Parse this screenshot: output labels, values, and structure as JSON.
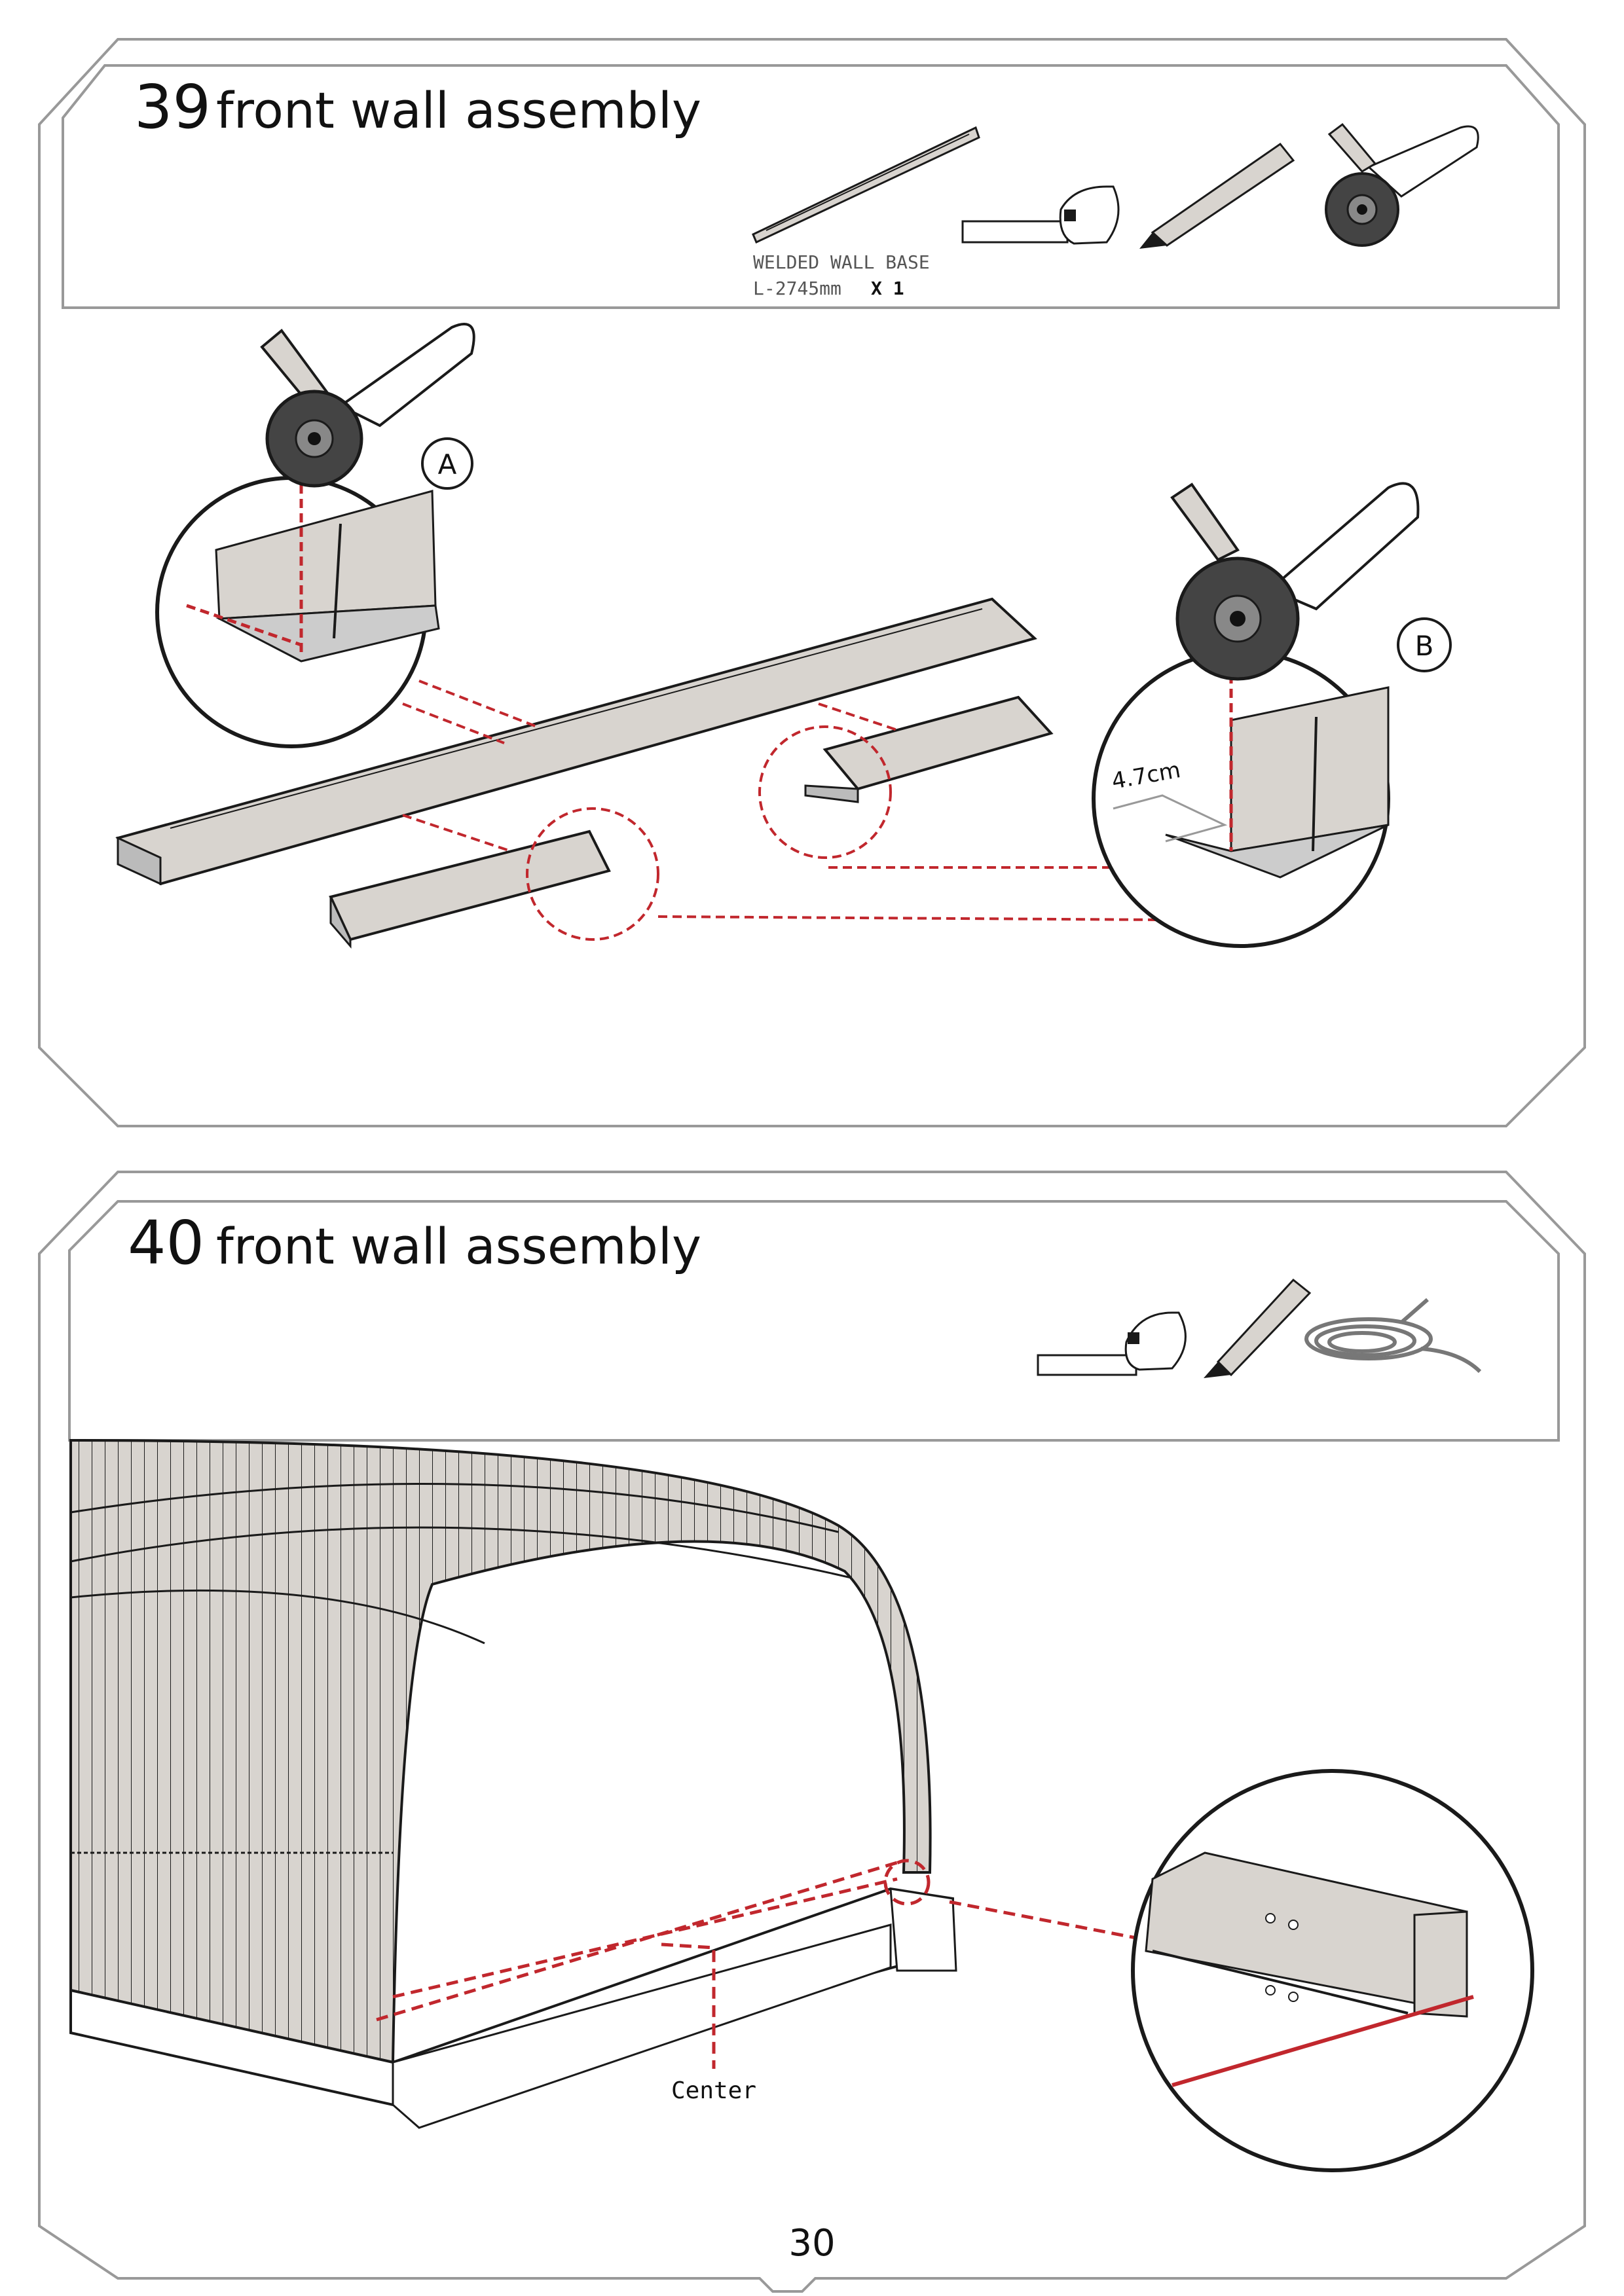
{
  "page": {
    "number": "30"
  },
  "steps": [
    {
      "number": "39",
      "title": "front wall assembly",
      "parts": {
        "name": "WELDED WALL BASE",
        "length": "L-2745mm",
        "qty": "X 1"
      },
      "tools": [
        "tape-measure-icon",
        "pencil-icon",
        "angle-grinder-icon"
      ],
      "callouts": {
        "a": "A",
        "b": "B",
        "measure": "4.7cm"
      }
    },
    {
      "number": "40",
      "title": "front wall assembly",
      "tools": [
        "tape-measure-icon",
        "pencil-icon",
        "string-line-icon"
      ],
      "labels": {
        "center": "Center"
      }
    }
  ],
  "colors": {
    "frame": "#999999",
    "metal": "#d8d4cf",
    "guide": "#c1272d",
    "ink": "#1a1a1a"
  }
}
